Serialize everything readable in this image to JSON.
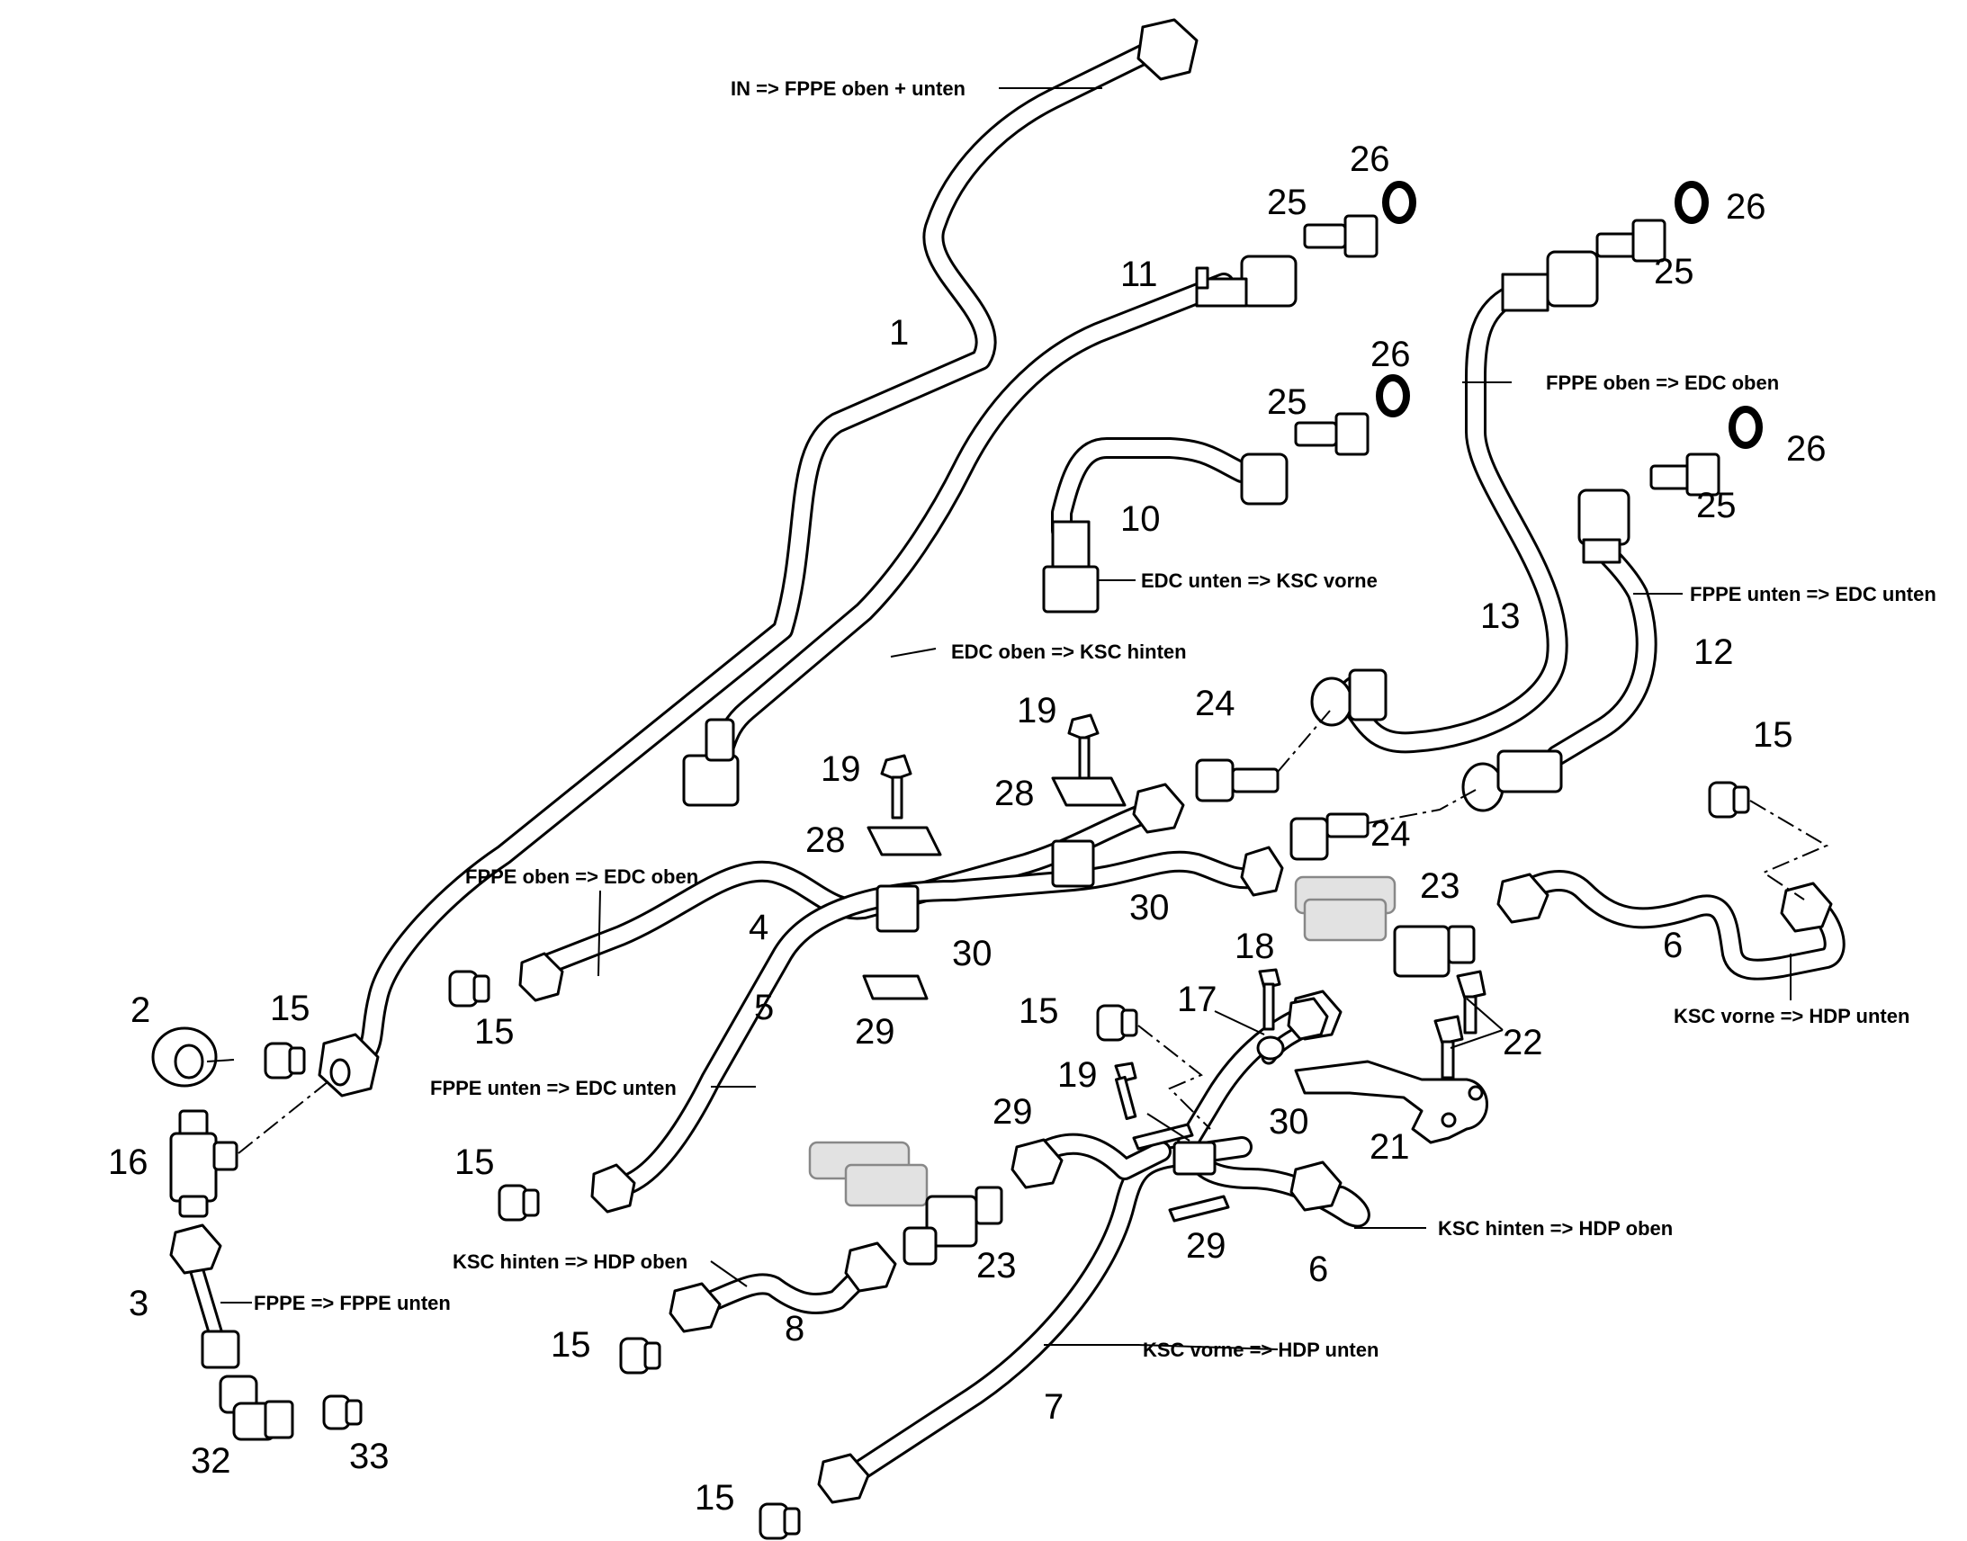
{
  "part_numbers": [
    {
      "id": "n1",
      "text": "1"
    },
    {
      "id": "n2",
      "text": "2"
    },
    {
      "id": "n3",
      "text": "3"
    },
    {
      "id": "n4",
      "text": "4"
    },
    {
      "id": "n5",
      "text": "5"
    },
    {
      "id": "n6a",
      "text": "6"
    },
    {
      "id": "n6b",
      "text": "6"
    },
    {
      "id": "n7",
      "text": "7"
    },
    {
      "id": "n8",
      "text": "8"
    },
    {
      "id": "n10",
      "text": "10"
    },
    {
      "id": "n11",
      "text": "11"
    },
    {
      "id": "n12",
      "text": "12"
    },
    {
      "id": "n13",
      "text": "13"
    },
    {
      "id": "n15a",
      "text": "15"
    },
    {
      "id": "n15b",
      "text": "15"
    },
    {
      "id": "n15c",
      "text": "15"
    },
    {
      "id": "n15d",
      "text": "15"
    },
    {
      "id": "n15e",
      "text": "15"
    },
    {
      "id": "n15f",
      "text": "15"
    },
    {
      "id": "n15g",
      "text": "15"
    },
    {
      "id": "n16",
      "text": "16"
    },
    {
      "id": "n17",
      "text": "17"
    },
    {
      "id": "n18",
      "text": "18"
    },
    {
      "id": "n19a",
      "text": "19"
    },
    {
      "id": "n19b",
      "text": "19"
    },
    {
      "id": "n19c",
      "text": "19"
    },
    {
      "id": "n21",
      "text": "21"
    },
    {
      "id": "n22",
      "text": "22"
    },
    {
      "id": "n23a",
      "text": "23"
    },
    {
      "id": "n23b",
      "text": "23"
    },
    {
      "id": "n24a",
      "text": "24"
    },
    {
      "id": "n24b",
      "text": "24"
    },
    {
      "id": "n25a",
      "text": "25"
    },
    {
      "id": "n25b",
      "text": "25"
    },
    {
      "id": "n25c",
      "text": "25"
    },
    {
      "id": "n25d",
      "text": "25"
    },
    {
      "id": "n26a",
      "text": "26"
    },
    {
      "id": "n26b",
      "text": "26"
    },
    {
      "id": "n26c",
      "text": "26"
    },
    {
      "id": "n26d",
      "text": "26"
    },
    {
      "id": "n28a",
      "text": "28"
    },
    {
      "id": "n28b",
      "text": "28"
    },
    {
      "id": "n29a",
      "text": "29"
    },
    {
      "id": "n29b",
      "text": "29"
    },
    {
      "id": "n29c",
      "text": "29"
    },
    {
      "id": "n30a",
      "text": "30"
    },
    {
      "id": "n30b",
      "text": "30"
    },
    {
      "id": "n30c",
      "text": "30"
    },
    {
      "id": "n32",
      "text": "32"
    },
    {
      "id": "n33",
      "text": "33"
    }
  ],
  "line_labels": [
    {
      "id": "l1",
      "text": "IN => FPPE oben + unten"
    },
    {
      "id": "l2",
      "text": "FPPE oben => EDC oben"
    },
    {
      "id": "l3",
      "text": "FPPE unten => EDC unten"
    },
    {
      "id": "l4",
      "text": "EDC unten => KSC vorne"
    },
    {
      "id": "l5",
      "text": "EDC oben => KSC hinten"
    },
    {
      "id": "l6",
      "text": "FPPE oben => EDC oben"
    },
    {
      "id": "l7",
      "text": "FPPE unten => EDC unten"
    },
    {
      "id": "l8",
      "text": "KSC vorne => HDP unten"
    },
    {
      "id": "l9",
      "text": "KSC hinten => HDP oben"
    },
    {
      "id": "l10",
      "text": "KSC hinten => HDP oben"
    },
    {
      "id": "l11",
      "text": "FPPE => FPPE unten"
    },
    {
      "id": "l12",
      "text": "KSC vorne => HDP unten"
    }
  ]
}
